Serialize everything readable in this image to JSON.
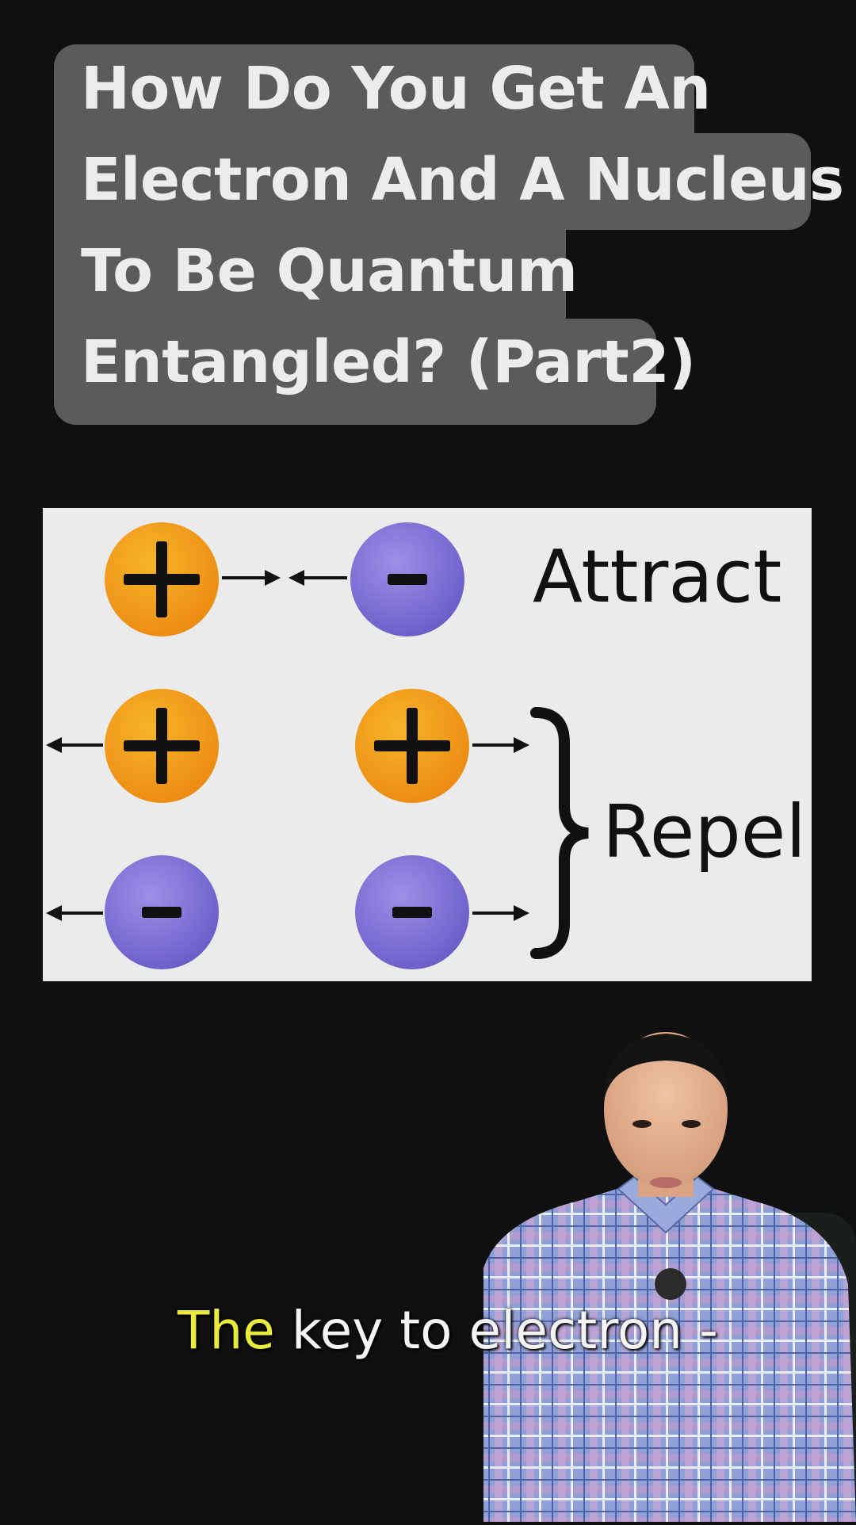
{
  "title": {
    "lines": [
      "How Do You Get An",
      "Electron And A Nucleus",
      "To Be Quantum",
      "Entangled? (Part2)"
    ]
  },
  "diagram": {
    "attract_label": "Attract",
    "repel_label": "Repel",
    "plus_symbol": "+",
    "minus_symbol": "−",
    "colors": {
      "positive": "#f19a1a",
      "negative": "#7b6fd6",
      "background": "#ebebeb"
    }
  },
  "caption": {
    "highlight": "The",
    "rest": " key to electron -"
  },
  "colors": {
    "page_bg": "#101010",
    "title_bg": "#5b5b5b",
    "caption_highlight": "#e9ec3b"
  }
}
